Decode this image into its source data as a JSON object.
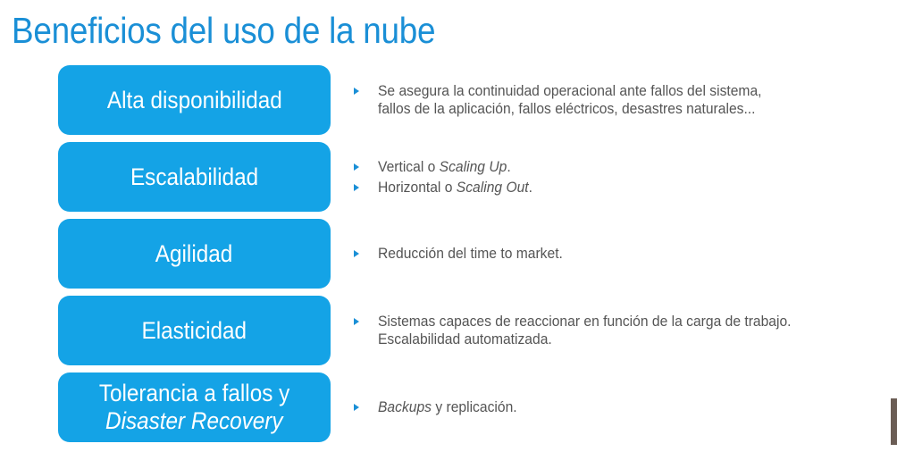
{
  "slide": {
    "title": "Beneficios del uso de la nube",
    "rows": [
      {
        "box": {
          "line1": "Alta disponibilidad"
        },
        "bullets": [
          {
            "text": "Se asegura la continuidad operacional ante fallos del sistema,",
            "cont": "fallos de la aplicación, fallos eléctricos, desastres naturales..."
          }
        ]
      },
      {
        "box": {
          "line1": "Escalabilidad"
        },
        "bullets": [
          {
            "pre": "Vertical o ",
            "em": "Scaling Up",
            "post": "."
          },
          {
            "pre": "Horizontal o ",
            "em": "Scaling Out",
            "post": "."
          }
        ]
      },
      {
        "box": {
          "line1": "Agilidad"
        },
        "bullets": [
          {
            "text": "Reducción del time to market."
          }
        ]
      },
      {
        "box": {
          "line1": "Elasticidad"
        },
        "bullets": [
          {
            "text": "Sistemas capaces de reaccionar en función de la carga de trabajo.",
            "cont": "Escalabilidad automatizada."
          }
        ]
      },
      {
        "box": {
          "line1": "Tolerancia a fallos y",
          "line2": "Disaster Recovery"
        },
        "bullets": [
          {
            "em": "Backups",
            "post": " y replicación."
          }
        ]
      }
    ]
  },
  "colors": {
    "title": "#1a8fd6",
    "box": "#14a3e6",
    "box_text": "#ffffff",
    "bullet_marker": "#1a8fd6",
    "body_text": "#555555"
  }
}
